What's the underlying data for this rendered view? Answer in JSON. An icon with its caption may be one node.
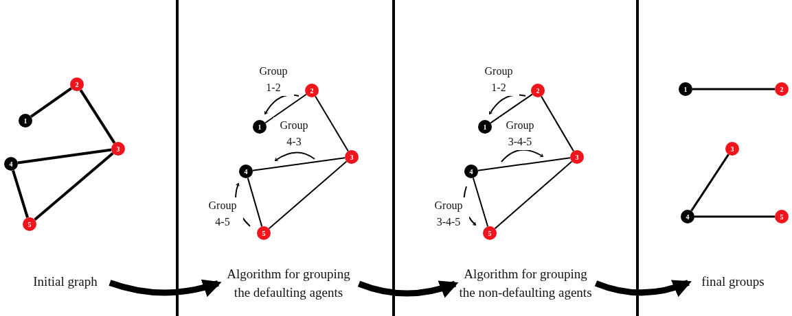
{
  "diagram": {
    "nodes": [
      {
        "text": [
          "1"
        ]
      },
      {
        "text": [
          "2"
        ]
      },
      {
        "text": [
          "3"
        ]
      },
      {
        "text": [
          "4"
        ]
      },
      {
        "text": [
          "5"
        ]
      },
      {
        "text": [
          "1"
        ]
      },
      {
        "text": [
          "2"
        ]
      },
      {
        "text": [
          "3"
        ]
      },
      {
        "text": [
          "4"
        ]
      },
      {
        "text": [
          "5"
        ]
      },
      {
        "text": [
          "1"
        ]
      },
      {
        "text": [
          "2"
        ]
      },
      {
        "text": [
          "3"
        ]
      },
      {
        "text": [
          "4"
        ]
      },
      {
        "text": [
          "5"
        ]
      },
      {
        "text": [
          "1"
        ]
      },
      {
        "text": [
          "2"
        ]
      },
      {
        "text": [
          "3"
        ]
      },
      {
        "text": [
          "4"
        ]
      },
      {
        "text": [
          "5"
        ]
      },
      {
        "text": [
          "Initial graph"
        ]
      },
      {
        "text": [
          "Algorithm for grouping the defaulting agents"
        ]
      },
      {
        "text": [
          "Algorithm for grouping the non-defaulting agents"
        ]
      },
      {
        "text": [
          "final groups"
        ]
      }
    ],
    "edges": [
      {
        "from": 0,
        "to": 1,
        "arrow": "none"
      },
      {
        "from": 1,
        "to": 2,
        "arrow": "none"
      },
      {
        "from": 3,
        "to": 2,
        "arrow": "none"
      },
      {
        "from": 3,
        "to": 4,
        "arrow": "none"
      },
      {
        "from": 4,
        "to": 2,
        "arrow": "none"
      },
      {
        "from": 5,
        "to": 6,
        "arrow": "none"
      },
      {
        "from": 6,
        "to": 7,
        "arrow": "none"
      },
      {
        "from": 8,
        "to": 7,
        "arrow": "none"
      },
      {
        "from": 8,
        "to": 9,
        "arrow": "none"
      },
      {
        "from": 9,
        "to": 7,
        "arrow": "none"
      },
      {
        "from": 10,
        "to": 11,
        "arrow": "none"
      },
      {
        "from": 11,
        "to": 12,
        "arrow": "none"
      },
      {
        "from": 13,
        "to": 12,
        "arrow": "none"
      },
      {
        "from": 13,
        "to": 14,
        "arrow": "none"
      },
      {
        "from": 14,
        "to": 12,
        "arrow": "none"
      },
      {
        "from": 15,
        "to": 16,
        "arrow": "none"
      },
      {
        "from": 17,
        "to": 18,
        "arrow": "none"
      },
      {
        "from": 18,
        "to": 19,
        "arrow": "none"
      },
      {
        "from": 20,
        "to": 21,
        "arrow": "to",
        "style": "thick"
      },
      {
        "from": 21,
        "to": 22,
        "arrow": "to",
        "style": "thick"
      },
      {
        "from": 22,
        "to": 23,
        "arrow": "to",
        "style": "thick"
      }
    ],
    "labels": [
      "Group 1-2",
      "Group 4-3",
      "Group 4-5",
      "Group 1-2",
      "Group 3-4-5",
      "Group 3-4-5"
    ]
  }
}
